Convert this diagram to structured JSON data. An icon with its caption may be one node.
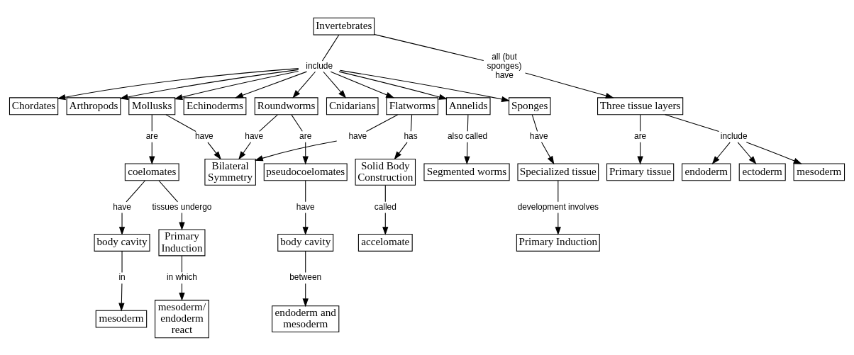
{
  "diagram": {
    "nodes": [
      {
        "text": [
          "Invertebrates"
        ]
      },
      {
        "text": [
          "include"
        ]
      },
      {
        "text": [
          "all (but sponges) have"
        ]
      },
      {
        "text": [
          "Mollusks"
        ]
      },
      {
        "text": [
          "Chordates"
        ]
      },
      {
        "text": [
          "Roundworms"
        ]
      },
      {
        "text": [
          "Arthropods"
        ]
      },
      {
        "text": [
          "Flatworms"
        ]
      },
      {
        "text": [
          "Annelids"
        ]
      },
      {
        "text": [
          "Echinoderms"
        ]
      },
      {
        "text": [
          "Sponges"
        ]
      },
      {
        "text": [
          "Cnidarians"
        ]
      },
      {
        "text": [
          "Three tissue layers"
        ]
      },
      {
        "text": [
          "are"
        ]
      },
      {
        "text": [
          "have"
        ]
      },
      {
        "text": [
          "have"
        ]
      },
      {
        "text": [
          "have"
        ]
      },
      {
        "text": [
          "are"
        ]
      },
      {
        "text": [
          "has"
        ]
      },
      {
        "text": [
          "also called"
        ]
      },
      {
        "text": [
          "have"
        ]
      },
      {
        "text": [
          "are"
        ]
      },
      {
        "text": [
          "include"
        ]
      },
      {
        "text": [
          "coelomates"
        ]
      },
      {
        "text": [
          "Bilateral Symmetry"
        ]
      },
      {
        "text": [
          "pseudocoelomates"
        ]
      },
      {
        "text": [
          "Solid Body Construction"
        ]
      },
      {
        "text": [
          "Segmented worms"
        ]
      },
      {
        "text": [
          "Specialized tissue"
        ]
      },
      {
        "text": [
          "Primary tissue"
        ]
      },
      {
        "text": [
          "endoderm"
        ]
      },
      {
        "text": [
          "ectoderm"
        ]
      },
      {
        "text": [
          "mesoderm"
        ]
      },
      {
        "text": [
          "tissues undergo"
        ]
      },
      {
        "text": [
          "have"
        ]
      },
      {
        "text": [
          "have"
        ]
      },
      {
        "text": [
          "called"
        ]
      },
      {
        "text": [
          "development involves"
        ]
      },
      {
        "text": [
          "Primary Induction"
        ]
      },
      {
        "text": [
          "body cavity"
        ]
      },
      {
        "text": [
          "body cavity"
        ]
      },
      {
        "text": [
          "accelomate"
        ]
      },
      {
        "text": [
          "Primary Induction"
        ]
      },
      {
        "text": [
          "in which"
        ]
      },
      {
        "text": [
          "in"
        ]
      },
      {
        "text": [
          "between"
        ]
      },
      {
        "text": [
          "mesoderm/ endoderm react"
        ]
      },
      {
        "text": [
          "mesoderm"
        ]
      },
      {
        "text": [
          "endoderm and mesoderm"
        ]
      }
    ],
    "edges": [
      {
        "from": 0,
        "to": 1,
        "arrow": "none"
      },
      {
        "from": 0,
        "to": 2,
        "arrow": "none"
      },
      {
        "from": 1,
        "to": 3,
        "arrow": "to"
      },
      {
        "from": 1,
        "to": 4,
        "arrow": "to"
      },
      {
        "from": 1,
        "to": 5,
        "arrow": "to"
      },
      {
        "from": 1,
        "to": 6,
        "arrow": "to"
      },
      {
        "from": 1,
        "to": 7,
        "arrow": "to"
      },
      {
        "from": 1,
        "to": 8,
        "arrow": "to"
      },
      {
        "from": 1,
        "to": 9,
        "arrow": "to"
      },
      {
        "from": 1,
        "to": 10,
        "arrow": "to"
      },
      {
        "from": 1,
        "to": 11,
        "arrow": "to"
      },
      {
        "from": 2,
        "to": 12,
        "arrow": "to"
      },
      {
        "from": 3,
        "to": 13,
        "arrow": "none"
      },
      {
        "from": 3,
        "to": 14,
        "arrow": "none"
      },
      {
        "from": 5,
        "to": 15,
        "arrow": "none"
      },
      {
        "from": 5,
        "to": 17,
        "arrow": "none"
      },
      {
        "from": 7,
        "to": 16,
        "arrow": "none"
      },
      {
        "from": 7,
        "to": 18,
        "arrow": "none"
      },
      {
        "from": 8,
        "to": 19,
        "arrow": "none"
      },
      {
        "from": 10,
        "to": 20,
        "arrow": "none"
      },
      {
        "from": 12,
        "to": 21,
        "arrow": "none"
      },
      {
        "from": 12,
        "to": 22,
        "arrow": "none"
      },
      {
        "from": 13,
        "to": 23,
        "arrow": "to"
      },
      {
        "from": 14,
        "to": 24,
        "arrow": "to"
      },
      {
        "from": 15,
        "to": 24,
        "arrow": "to"
      },
      {
        "from": 16,
        "to": 24,
        "arrow": "to"
      },
      {
        "from": 17,
        "to": 25,
        "arrow": "to"
      },
      {
        "from": 18,
        "to": 26,
        "arrow": "to"
      },
      {
        "from": 19,
        "to": 27,
        "arrow": "to"
      },
      {
        "from": 20,
        "to": 28,
        "arrow": "to"
      },
      {
        "from": 21,
        "to": 29,
        "arrow": "to"
      },
      {
        "from": 22,
        "to": 30,
        "arrow": "to"
      },
      {
        "from": 22,
        "to": 31,
        "arrow": "to"
      },
      {
        "from": 22,
        "to": 32,
        "arrow": "to"
      },
      {
        "from": 23,
        "to": 33,
        "arrow": "none"
      },
      {
        "from": 23,
        "to": 34,
        "arrow": "none"
      },
      {
        "from": 25,
        "to": 35,
        "arrow": "none"
      },
      {
        "from": 26,
        "to": 36,
        "arrow": "none"
      },
      {
        "from": 28,
        "to": 37,
        "arrow": "none"
      },
      {
        "from": 33,
        "to": 38,
        "arrow": "to"
      },
      {
        "from": 34,
        "to": 39,
        "arrow": "to"
      },
      {
        "from": 35,
        "to": 40,
        "arrow": "to"
      },
      {
        "from": 36,
        "to": 41,
        "arrow": "to"
      },
      {
        "from": 37,
        "to": 42,
        "arrow": "to"
      },
      {
        "from": 38,
        "to": 43,
        "arrow": "none"
      },
      {
        "from": 39,
        "to": 44,
        "arrow": "none"
      },
      {
        "from": 40,
        "to": 45,
        "arrow": "none"
      },
      {
        "from": 43,
        "to": 46,
        "arrow": "to"
      },
      {
        "from": 44,
        "to": 47,
        "arrow": "to"
      },
      {
        "from": 45,
        "to": 48,
        "arrow": "to"
      }
    ]
  }
}
